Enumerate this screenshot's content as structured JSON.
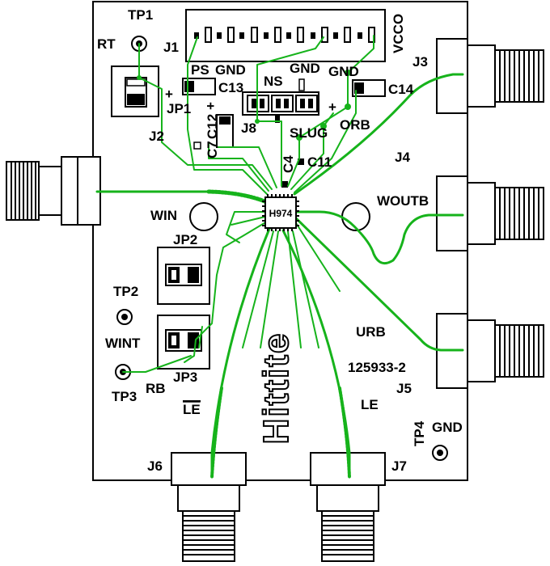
{
  "colors": {
    "trace": "#16b31b",
    "silkscreen": "#000000",
    "board": "#ffffff"
  },
  "labels": {
    "tp1": "TP1",
    "rt": "RT",
    "j1": "J1",
    "vcco": "VCCO",
    "j3": "J3",
    "ps": "PS",
    "gnd_a": "GND",
    "gnd_b": "GND",
    "gnd_c": "GND",
    "c13": "C13",
    "ns": "NS",
    "c14": "C14",
    "jp1": "JP1",
    "plus_a": "+",
    "plus_b": "+",
    "plus_c": "+",
    "orb": "ORB",
    "c7": "C7",
    "c12": "C12",
    "j8": "J8",
    "slug": "SLUG",
    "j2": "J2",
    "c4": "C4",
    "c11": "C11",
    "j4": "J4",
    "win": "WIN",
    "woutb": "WOUTB",
    "ic": "H974",
    "jp2": "JP2",
    "tp2": "TP2",
    "urb": "URB",
    "wint": "WINT",
    "part_number": "125933-2",
    "rb": "RB",
    "jp3": "JP3",
    "j5": "J5",
    "tp3": "TP3",
    "le_left": "LE",
    "le_right": "LE",
    "tp4": "TP4",
    "gnd_tp4": "GND",
    "j6": "J6",
    "j7": "J7"
  },
  "logo": {
    "text": "Hittite"
  }
}
